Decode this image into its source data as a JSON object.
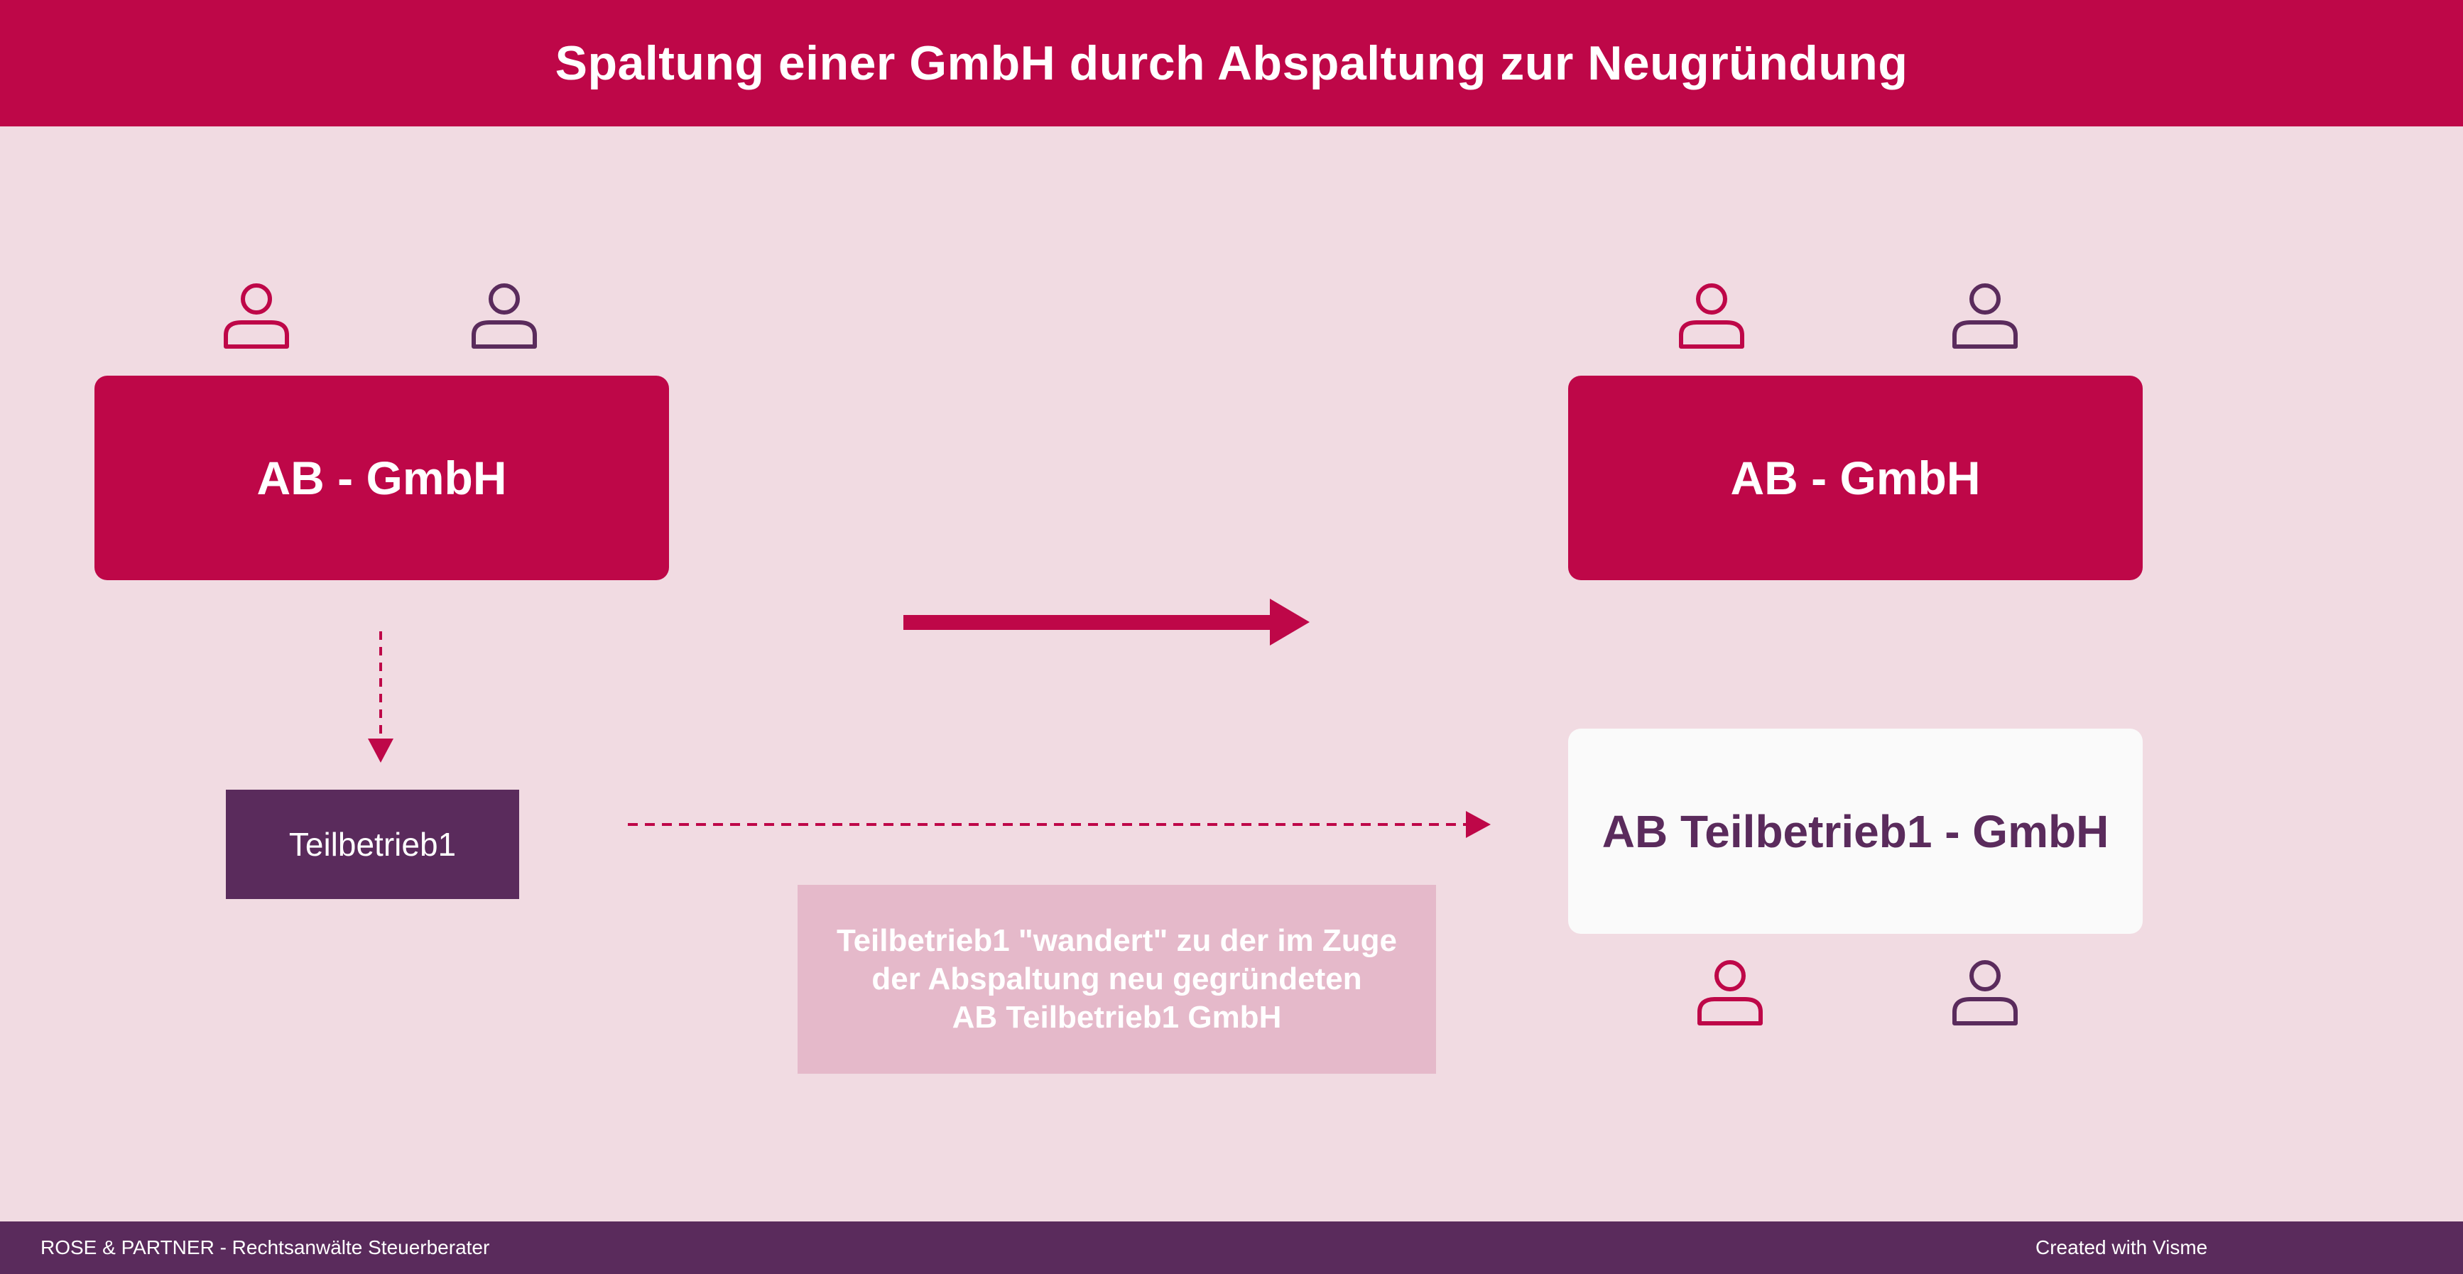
{
  "header": {
    "title": "Spaltung einer GmbH durch Abspaltung zur Neugründung"
  },
  "left": {
    "company_label": "AB -  GmbH",
    "unit_label": "Teilbetrieb1"
  },
  "right": {
    "company_label": "AB -  GmbH",
    "new_company_label": "AB Teilbetrieb1  - GmbH"
  },
  "note": {
    "lines": [
      "Teilbetrieb1 \"wandert\" zu der im Zuge",
      "der Abspaltung neu gegründeten",
      "AB Teilbetrieb1 GmbH"
    ]
  },
  "icons": {
    "shareholder": "person-outline-icon",
    "arrow": "arrow-right-icon"
  },
  "colors": {
    "primary": "#be0748",
    "secondary": "#5a2b5c",
    "background": "#f1dbe2",
    "note_background": "#e5b9ca"
  },
  "footer": {
    "left": "ROSE & PARTNER - Rechtsanwälte Steuerberater",
    "right": "Created with Visme"
  }
}
